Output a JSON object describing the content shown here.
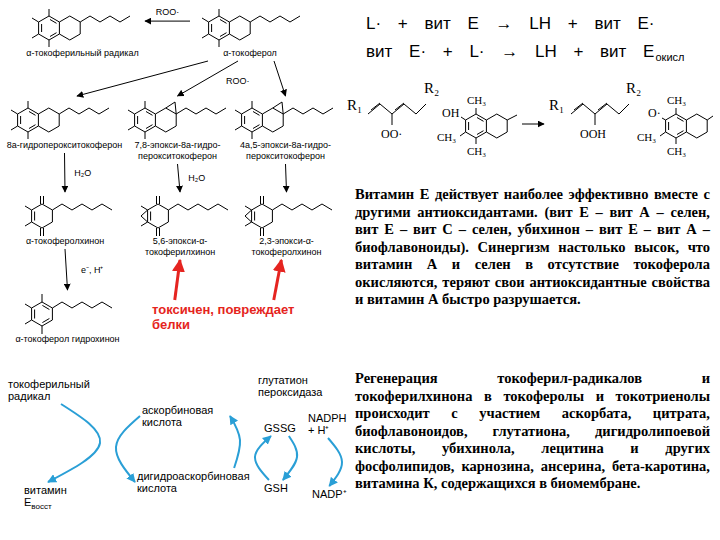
{
  "diagram": {
    "nodes": [
      {
        "text": [
          "α-токоферильный радикал"
        ]
      },
      {
        "text": [
          "α-токоферол"
        ]
      },
      {
        "text": [
          "8а-гидроперокситокоферон"
        ]
      },
      {
        "text": [
          "7,8-эпокси-8а-гидро-перокситокоферон"
        ]
      },
      {
        "text": [
          "4а,5-эпокси-8а-гидро-перокситокоферон"
        ]
      },
      {
        "text": [
          "α-токоферолхинон"
        ]
      },
      {
        "text": [
          "5,6-эпокси-α-токоферилхинон"
        ]
      },
      {
        "text": [
          "2,3-эпокси-α-токоферолхинон"
        ]
      },
      {
        "text": [
          "α-токоферол гидрохинон"
        ]
      },
      {
        "text": [
          "токсичен, повреждает белки"
        ]
      },
      {
        "text": [
          "токоферильный радикал"
        ]
      },
      {
        "text": [
          "аскорбиновая кислота"
        ]
      },
      {
        "text": [
          "GSSG"
        ]
      },
      {
        "text": [
          "NADPH + H⁺"
        ]
      },
      {
        "text": [
          "витамин E",
          "восст"
        ]
      },
      {
        "text": [
          "дигидроаскорбиновая кислота"
        ]
      },
      {
        "text": [
          "GSH"
        ]
      },
      {
        "text": [
          "NADP⁺"
        ]
      }
    ],
    "edges": [
      {
        "from": 1,
        "to": 0,
        "label": "ROO·",
        "arrow": "to"
      },
      {
        "from": 1,
        "to": 2,
        "arrow": "to"
      },
      {
        "from": 1,
        "to": 3,
        "label": "ROO·",
        "arrow": "to"
      },
      {
        "from": 1,
        "to": 4,
        "arrow": "to"
      },
      {
        "from": 2,
        "to": 5,
        "label": "H₂O",
        "arrow": "to"
      },
      {
        "from": 3,
        "to": 6,
        "label": "H₂O",
        "arrow": "to"
      },
      {
        "from": 4,
        "to": 7,
        "arrow": "to"
      },
      {
        "from": 5,
        "to": 8,
        "label": "e⁻, H⁺",
        "arrow": "to"
      },
      {
        "from": 9,
        "to": 6,
        "arrow": "to"
      },
      {
        "from": 9,
        "to": 7,
        "arrow": "to"
      },
      {
        "from": 10,
        "to": 14,
        "arrow": "to"
      },
      {
        "from": 11,
        "to": 15,
        "arrow": "to"
      },
      {
        "from": 15,
        "to": 11,
        "arrow": "to"
      },
      {
        "from": 16,
        "to": 12,
        "arrow": "to"
      },
      {
        "from": 12,
        "to": 16,
        "arrow": "to"
      },
      {
        "from": 13,
        "to": 17,
        "arrow": "to"
      }
    ],
    "labels": [
      "L· + вит E → LH + вит E·",
      "вит E· + L· → LH + вит E",
      "окисл",
      "R₁",
      "R₂",
      "OO·",
      "OH",
      "CH₃",
      "CH₃",
      "CH₃",
      "R₁",
      "R₂",
      "OOH",
      "O·",
      "CH₃",
      "CH₃",
      "CH₃",
      "Витамин Е действует наиболее эффективно вместе с другими антиоксидантами. (вит Е – вит А – селен, вит Е – вит С – селен, убихинон – вит Е – вит А – биофлавоноиды). Синергизм настолько высок, что витамин А и селен в отсутствие токоферола окисляются, теряют свои антиоксидантные свойства и витамин А быстро разрушается.",
      "Регенерация токоферил-радикалов и токоферилхинона в токоферолы и токотриенолы происходит с участием аскорбата, цитрата, биофлавоноидов, глутатиона, дигидролипоевой кислоты, убихинола, лецитина и других фосфолипидов, карнозина, ансерина, бета-каротина, витамина К, содержащихся в биомембране.",
      "глутатион пероксидаза"
    ]
  }
}
